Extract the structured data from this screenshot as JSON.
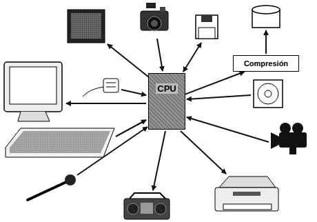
{
  "diagram": {
    "nodes": [
      {
        "text": [
          "CPU"
        ]
      },
      {
        "text": [
          "Compresión"
        ]
      }
    ],
    "edges": [
      {
        "from": 0,
        "to": 1,
        "arrow": "to"
      }
    ]
  }
}
